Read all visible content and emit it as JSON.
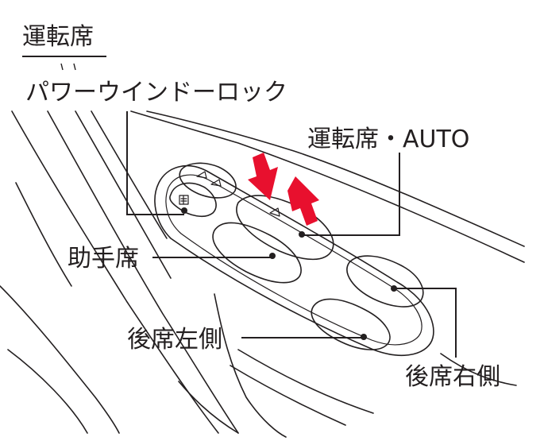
{
  "labels": {
    "heading": "運転席",
    "window_lock": "パワーウインドーロック",
    "driver_auto": "運転席・AUTO",
    "passenger": "助手席",
    "rear_left": "後席左側",
    "rear_right": "後席右側"
  },
  "colors": {
    "ink": "#231f20",
    "arrow": "#e8102e"
  },
  "icons": [
    "window-lock-icon",
    "window-icon",
    "arrow-down-icon",
    "arrow-up-icon"
  ]
}
